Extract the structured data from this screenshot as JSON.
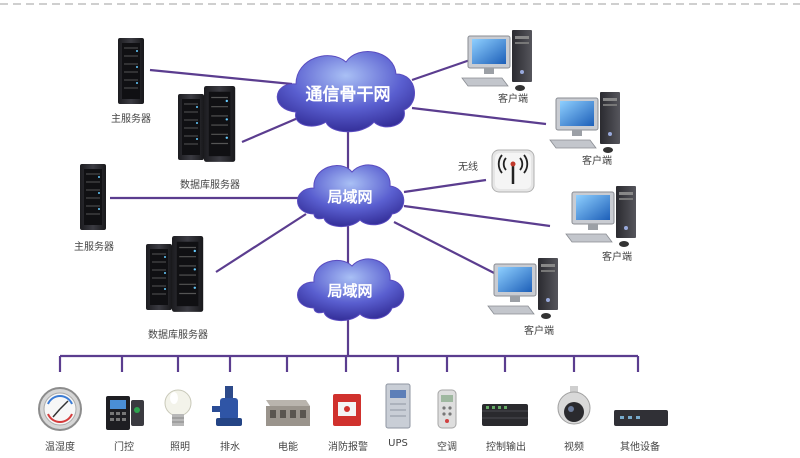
{
  "clouds": {
    "backbone": "通信骨干网",
    "lan_upper": "局域网",
    "lan_lower": "局域网"
  },
  "servers": {
    "main_1": "主服务器",
    "db_1": "数据库服务器",
    "main_2": "主服务器",
    "db_2": "数据库服务器"
  },
  "clients": {
    "client_1": "客户端",
    "client_2": "客户端",
    "client_3": "客户端",
    "client_4": "客户端"
  },
  "wireless": {
    "label": "无线"
  },
  "devices": [
    {
      "label": "温湿度",
      "icon": "thermo-hygrometer-icon"
    },
    {
      "label": "门控",
      "icon": "door-access-icon"
    },
    {
      "label": "照明",
      "icon": "light-bulb-icon"
    },
    {
      "label": "排水",
      "icon": "drain-pump-icon"
    },
    {
      "label": "电能",
      "icon": "power-meter-icon"
    },
    {
      "label": "消防报警",
      "icon": "fire-alarm-icon"
    },
    {
      "label": "UPS",
      "icon": "ups-icon"
    },
    {
      "label": "空调",
      "icon": "air-conditioner-icon"
    },
    {
      "label": "控制输出",
      "icon": "control-output-icon"
    },
    {
      "label": "视频",
      "icon": "camera-icon"
    },
    {
      "label": "其他设备",
      "icon": "other-device-icon"
    }
  ],
  "colors": {
    "line": "#5b3d8f",
    "cloud_top": "#9db4f0",
    "cloud_bottom": "#3a2f9e",
    "rack": "#2a2a2e",
    "dash": "#bfbfbf"
  }
}
